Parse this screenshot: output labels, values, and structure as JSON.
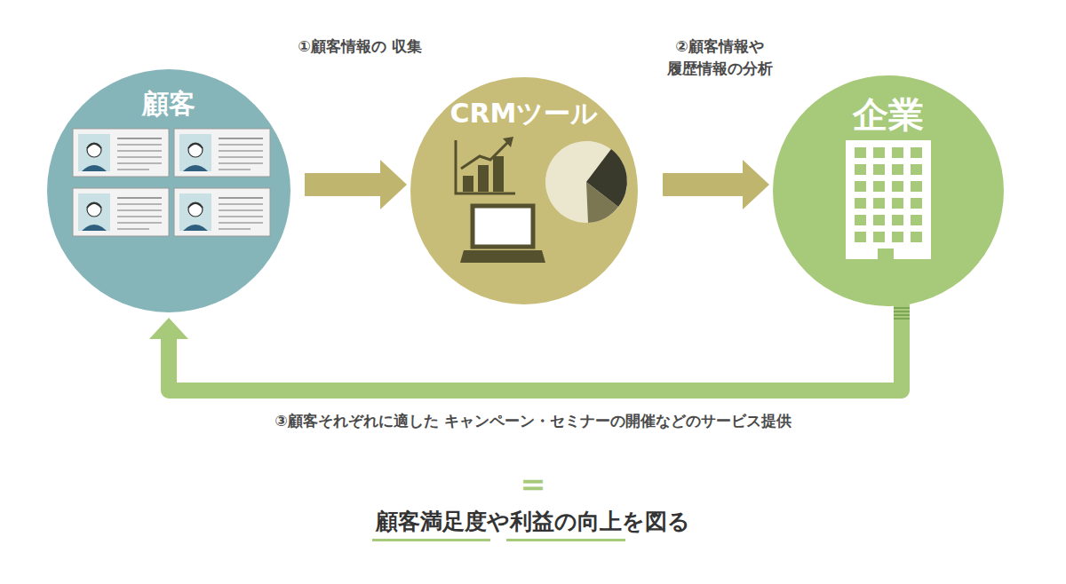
{
  "diagram": {
    "nodes": [
      {
        "text": [
          "顧客"
        ]
      },
      {
        "text": [
          "CRMツール"
        ]
      },
      {
        "text": [
          "企業"
        ]
      }
    ],
    "edges": [
      {
        "from": 0,
        "to": 1,
        "arrow": "to",
        "label": "①顧客情報の 収集"
      },
      {
        "from": 1,
        "to": 2,
        "arrow": "to",
        "label": "②顧客情報や 履歴情報の分析"
      },
      {
        "from": 2,
        "to": 0,
        "arrow": "to",
        "label": "③顧客それぞれに適した キャンペーン・セミナーの開催などのサービス提供"
      }
    ],
    "labels": [
      "＝",
      "顧客満足度や利益の向上を図る"
    ]
  }
}
